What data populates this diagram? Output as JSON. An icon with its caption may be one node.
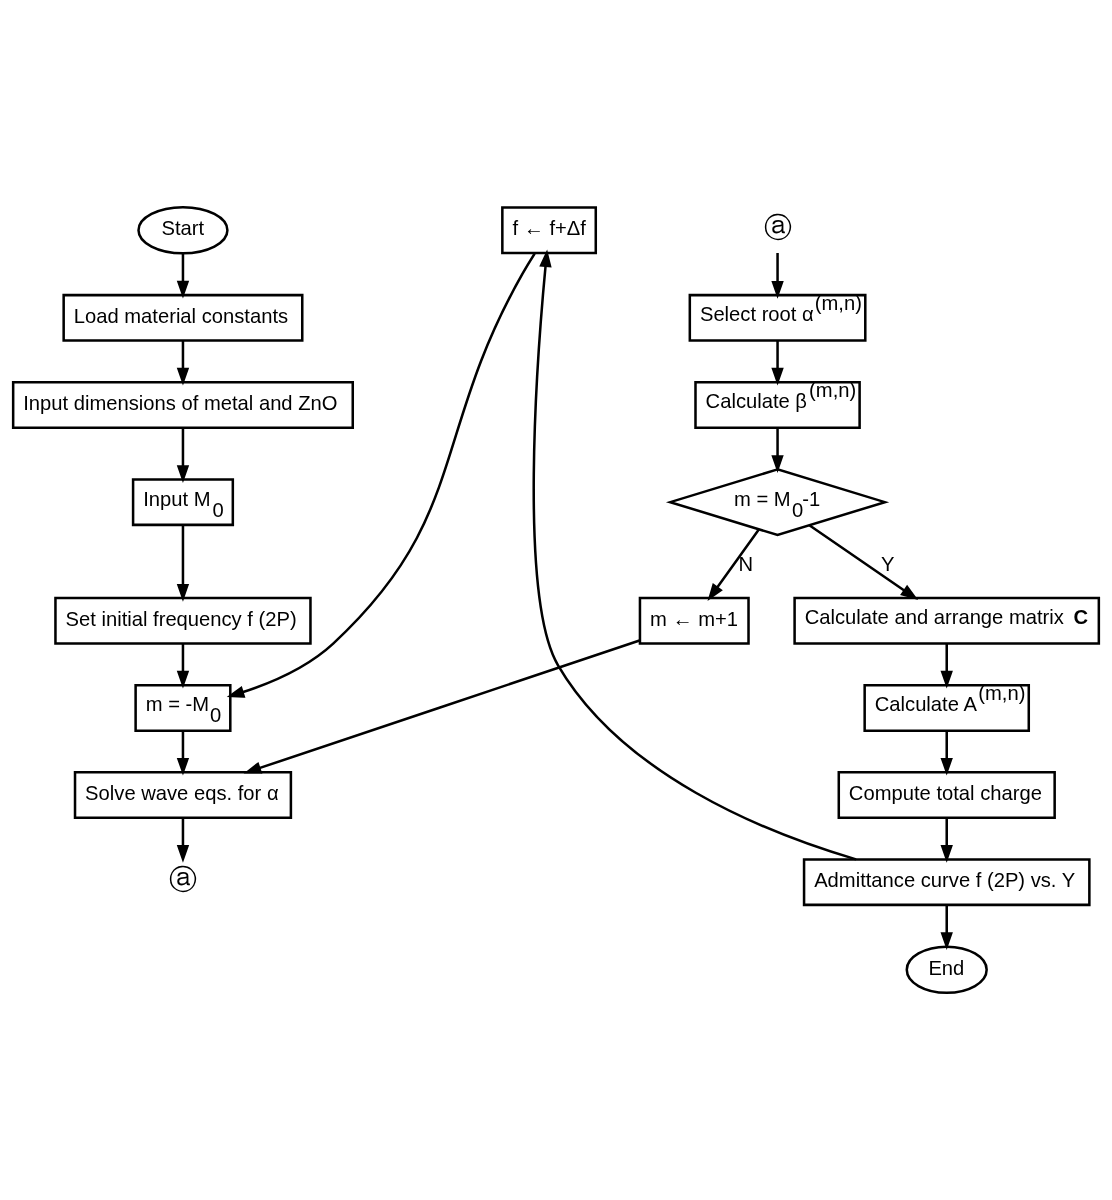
{
  "diagram": {
    "nodes": [
      {
        "text": [
          "Start"
        ]
      },
      {
        "text": [
          "Load material constants"
        ]
      },
      {
        "text": [
          "Input dimensions of metal and ZnO"
        ]
      },
      {
        "text": [
          "Input M$_{0}$"
        ]
      },
      {
        "text": [
          "Set initial frequency f (2P)"
        ]
      },
      {
        "text": [
          "m = -M$_{0}$"
        ]
      },
      {
        "text": [
          "f ← f+Δf"
        ]
      },
      {
        "text": [
          "Solve wave eqs. for α"
        ]
      },
      {
        "text": [
          "ⓐ"
        ]
      },
      {
        "text": [
          "ⓐ"
        ]
      },
      {
        "text": [
          "Select root α$^{(m,n)}$"
        ]
      },
      {
        "text": [
          "Calculate β$^{(m,n)}$"
        ]
      },
      {
        "text": [
          "m = M$_{0}$-1"
        ]
      },
      {
        "text": [
          "m ← m+1"
        ]
      },
      {
        "text": [
          "Calculate and arrange matrix **C**"
        ]
      },
      {
        "text": [
          "Calculate A$^{(m,n)}$"
        ]
      },
      {
        "text": [
          "Compute total charge"
        ]
      },
      {
        "text": [
          "Admittance curve f (2P) vs. Y"
        ]
      },
      {
        "text": [
          "End"
        ]
      }
    ],
    "edges": [
      {
        "from": 0,
        "to": 1,
        "arrow": "to"
      },
      {
        "from": 1,
        "to": 2,
        "arrow": "to"
      },
      {
        "from": 2,
        "to": 3,
        "arrow": "to"
      },
      {
        "from": 3,
        "to": 4,
        "arrow": "to"
      },
      {
        "from": 4,
        "to": 5,
        "arrow": "to"
      },
      {
        "from": 6,
        "to": 5,
        "arrow": "to"
      },
      {
        "from": 5,
        "to": 7,
        "arrow": "to"
      },
      {
        "from": 13,
        "to": 7,
        "arrow": "to"
      },
      {
        "from": 7,
        "to": 8,
        "arrow": "to"
      },
      {
        "from": 9,
        "to": 10,
        "arrow": "to"
      },
      {
        "from": 10,
        "to": 11,
        "arrow": "to"
      },
      {
        "from": 11,
        "to": 12,
        "arrow": "to"
      },
      {
        "from": 12,
        "to": 13,
        "arrow": "to",
        "label": "N"
      },
      {
        "from": 12,
        "to": 14,
        "arrow": "to",
        "label": "Y"
      },
      {
        "from": 14,
        "to": 15,
        "arrow": "to"
      },
      {
        "from": 15,
        "to": 16,
        "arrow": "to"
      },
      {
        "from": 16,
        "to": 17,
        "arrow": "to"
      },
      {
        "from": 17,
        "to": 18,
        "arrow": "to"
      },
      {
        "from": 17,
        "to": 6,
        "arrow": "to"
      }
    ]
  }
}
